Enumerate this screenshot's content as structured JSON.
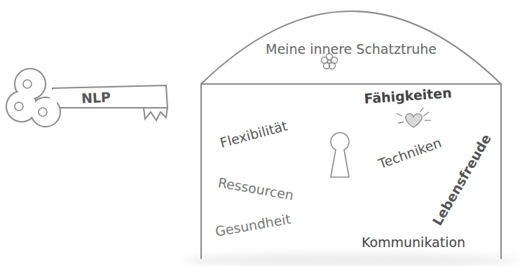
{
  "diagram": {
    "nodes": [
      {
        "text": [
          "NLP"
        ]
      },
      {
        "text": [
          "Meine innere Schatztruhe",
          "Fähigkeiten",
          "Flexibilität",
          "Techniken",
          "Ressourcen",
          "Lebensfreude",
          "Gesundheit",
          "Kommunikation"
        ]
      }
    ]
  }
}
